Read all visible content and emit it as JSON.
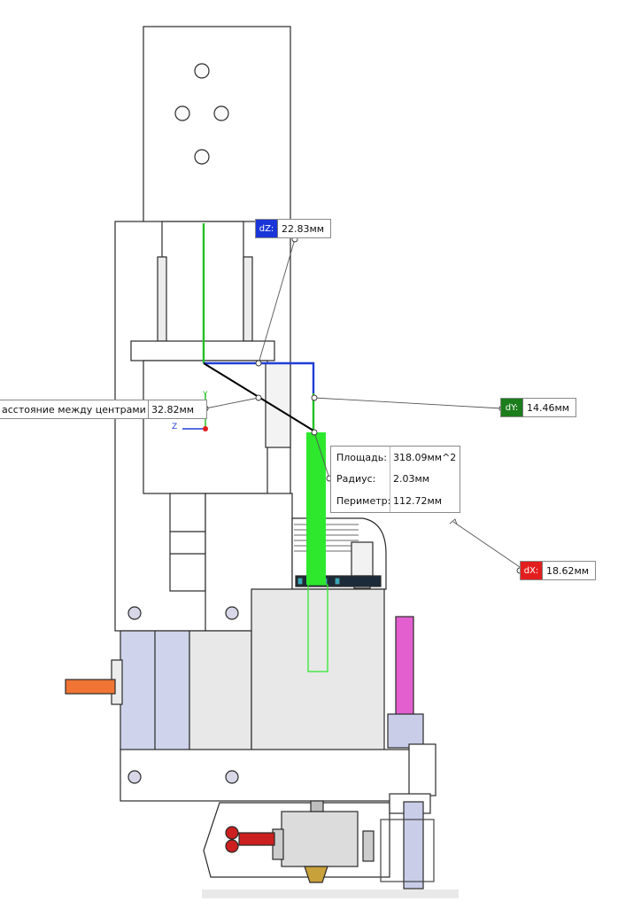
{
  "viewport": {
    "background": "#ffffff"
  },
  "colors": {
    "part_fill": "#ffffff",
    "part_edge": "#2a2a2a",
    "motor_fill": "#cfd4ec",
    "housing_fill": "#e8e8e8",
    "selection_green": "#2ee82e",
    "dz_line": "#22c122",
    "dy_line": "#1f3fd6",
    "dx_line": "#c81818",
    "magenta_rod": "#e35fcf",
    "orange_rod": "#f07535",
    "brass": "#c9a13a",
    "red_fitting": "#cc1f1f"
  },
  "callouts": {
    "dz": {
      "tag": "dZ:",
      "value": "22.83мм",
      "tag_color": "#1a36d8"
    },
    "dy": {
      "tag": "dY:",
      "value": "14.46мм",
      "tag_color": "#1b7d1b"
    },
    "dx": {
      "tag": "dX:",
      "value": "18.62мм",
      "tag_color": "#e31e1e"
    }
  },
  "distance": {
    "label": "асстояние между центрами",
    "dropdown_icon": "chevron-down-icon",
    "value": "32.82мм"
  },
  "measure": {
    "rows": [
      {
        "key": "Площадь:",
        "value": "318.09мм^2"
      },
      {
        "key": "Радиус:",
        "value": "2.03мм"
      },
      {
        "key": "Периметр:",
        "value": "112.72мм"
      }
    ]
  },
  "triad": {
    "y_label": "Y",
    "z_label": "Z"
  }
}
